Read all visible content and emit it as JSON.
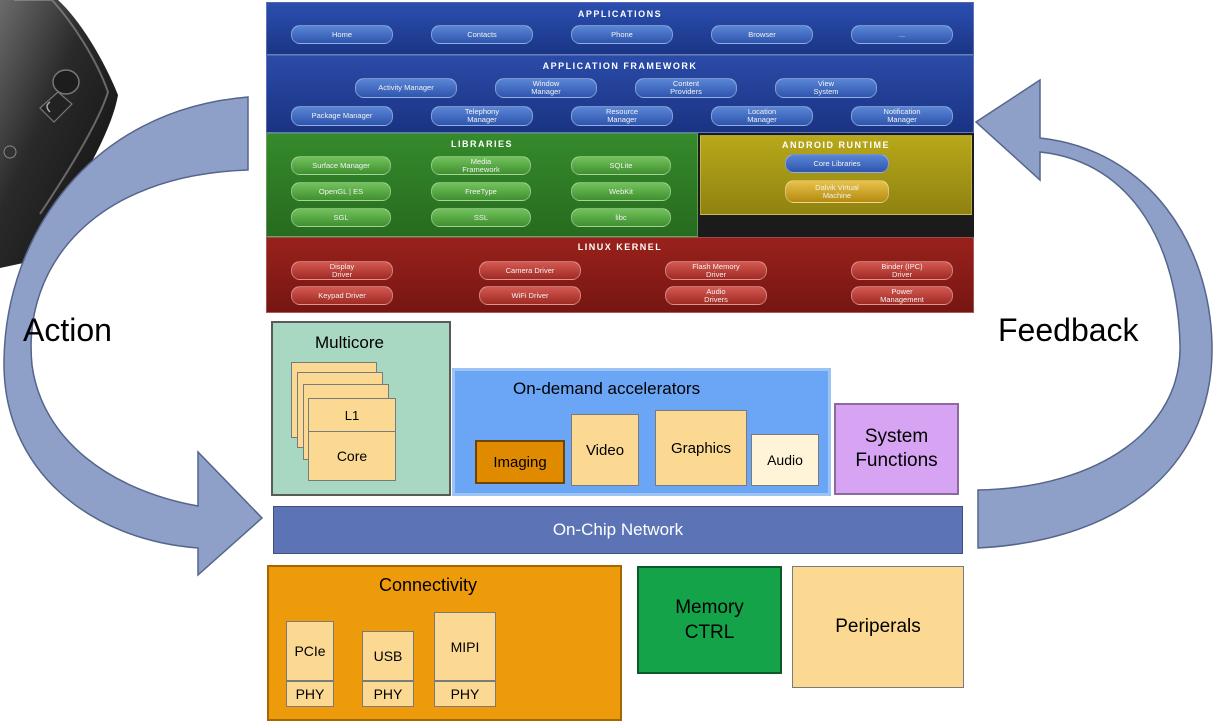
{
  "android": {
    "applications": {
      "title": "Applications",
      "items": [
        "Home",
        "Contacts",
        "Phone",
        "Browser",
        "..."
      ]
    },
    "framework": {
      "title": "Application Framework",
      "row1": [
        "Activity Manager",
        "Window\nManager",
        "Content\nProviders",
        "View\nSystem"
      ],
      "row2": [
        "Package Manager",
        "Telephony\nManager",
        "Resource\nManager",
        "Location\nManager",
        "Notification\nManager"
      ]
    },
    "libraries": {
      "title": "Libraries",
      "items": [
        "Surface Manager",
        "Media\nFramework",
        "SQLite",
        "OpenGL | ES",
        "FreeType",
        "WebKit",
        "SGL",
        "SSL",
        "libc"
      ]
    },
    "runtime": {
      "title": "Android Runtime",
      "items": [
        "Core Libraries",
        "Dalvik Virtual\nMachine"
      ]
    },
    "kernel": {
      "title": "Linux Kernel",
      "row1": [
        "Display\nDriver",
        "Camera Driver",
        "Flash Memory\nDriver",
        "Binder (IPC)\nDriver"
      ],
      "row2": [
        "Keypad Driver",
        "WiFi Driver",
        "Audio\nDrivers",
        "Power\nManagement"
      ]
    }
  },
  "arrows": {
    "action_label": "Action",
    "feedback_label": "Feedback"
  },
  "soc": {
    "multicore": {
      "title": "Multicore",
      "l1": "L1",
      "core": "Core"
    },
    "accelerators": {
      "title": "On-demand accelerators",
      "imaging": "Imaging",
      "video": "Video",
      "graphics": "Graphics",
      "audio": "Audio"
    },
    "system_functions": "System\nFunctions",
    "network": "On-Chip Network",
    "connectivity": {
      "title": "Connectivity",
      "pcie": "PCIe",
      "usb": "USB",
      "mipi": "MIPI",
      "phy": "PHY"
    },
    "memory": "Memory\nCTRL",
    "peripherals": "Periperals"
  },
  "colors": {
    "app_band": "#1f3f9a",
    "framework_band": "#1e3b8e",
    "libraries_band": "#2f7a26",
    "runtime_band": "#a99a14",
    "kernel_band": "#8e1d18",
    "arrow_fill": "#8ea0c8",
    "multicore": "#a9d8c2",
    "accelerators": "#6aa6f5",
    "imaging": "#e08a00",
    "tan_box": "#fbd992",
    "system_functions": "#d6a4f2",
    "network": "#5c74b5",
    "connectivity": "#ee9b0b",
    "memory": "#14a348",
    "peripherals": "#fbd992"
  }
}
